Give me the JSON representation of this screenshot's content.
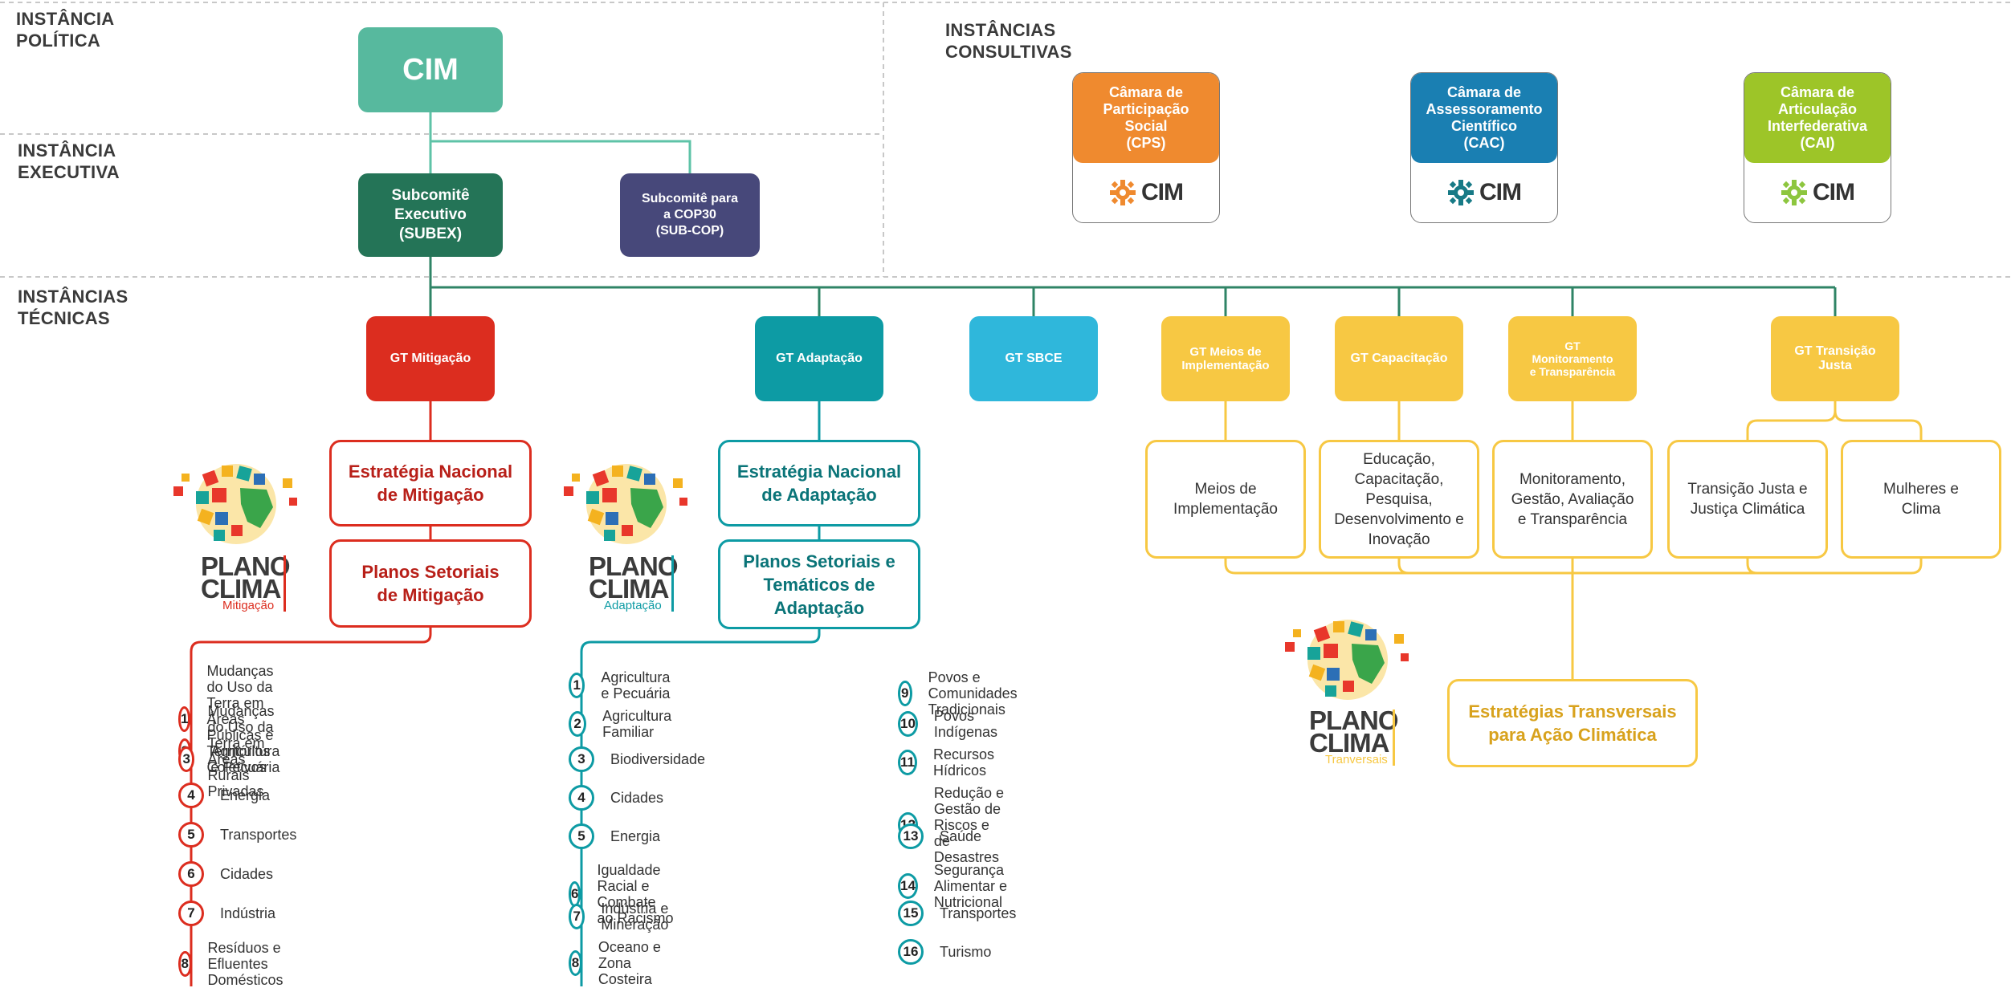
{
  "sections": {
    "politica": "INSTÂNCIA\nPOLÍTICA",
    "executiva": "INSTÂNCIA\nEXECUTIVA",
    "consultivas": "INSTÂNCIAS\nCONSULTIVAS",
    "tecnicas": "INSTÂNCIAS\nTÉCNICAS"
  },
  "cim": "CIM",
  "subex": "Subcomitê\nExecutivo\n(SUBEX)",
  "subcop": "Subcomitê para\na COP30\n(SUB-COP)",
  "camaras": [
    {
      "label": "Câmara de\nParticipação\nSocial\n(CPS)",
      "color": "#ef8a2f",
      "logo_text": "CIM",
      "icon_color": "#ef8a2f"
    },
    {
      "label": "Câmara de\nAssessoramento\nCientífico\n(CAC)",
      "color": "#1a7fb2",
      "logo_text": "CIM",
      "icon_color": "#177a86"
    },
    {
      "label": "Câmara de\nArticulação\nInterfederativa\n(CAI)",
      "color": "#9dc528",
      "logo_text": "CIM",
      "icon_color": "#8dc63f"
    }
  ],
  "gts": {
    "mitigacao": "GT Mitigação",
    "adaptacao": "GT Adaptação",
    "sbce": "GT SBCE",
    "meios": "GT Meios de\nImplementação",
    "capacitacao": "GT Capacitação",
    "monitoramento": "GT\nMonitoramento\ne Transparência",
    "transicao": "GT Transição\nJusta"
  },
  "strategies": {
    "mitigacao_nacional": "Estratégia Nacional\nde Mitigação",
    "mitigacao_setoriais": "Planos Setoriais\nde Mitigação",
    "adaptacao_nacional": "Estratégia Nacional\nde Adaptação",
    "adaptacao_setoriais": "Planos Setoriais e\nTemáticos de\nAdaptação",
    "transversais": "Estratégias Transversais\npara Ação Climática"
  },
  "yellow_boxes": {
    "meios": "Meios de\nImplementação",
    "educacao": "Educação,\nCapacitação,\nPesquisa,\nDesenvolvimento e\nInovação",
    "monitoramento": "Monitoramento,\nGestão, Avaliação\ne Transparência",
    "transicao": "Transição Justa e\nJustiça Climática",
    "mulheres": "Mulheres e\nClima"
  },
  "logos": {
    "plano": "PLANO",
    "clima": "CLIMA",
    "mitigacao": "Mitigação",
    "adaptacao": "Adaptação",
    "transversais": "Tranversais"
  },
  "mitigacao_plans": [
    {
      "n": "1",
      "text": "Mudanças do Uso da Terra em\nÁreas Públicas e Territórios Coletivos"
    },
    {
      "n": "2",
      "text": "Mudanças do Uso da Terra em\nÁreas Rurais Privadas"
    },
    {
      "n": "3",
      "text": "Agricultura e Pecuária"
    },
    {
      "n": "4",
      "text": "Energia"
    },
    {
      "n": "5",
      "text": "Transportes"
    },
    {
      "n": "6",
      "text": "Cidades"
    },
    {
      "n": "7",
      "text": "Indústria"
    },
    {
      "n": "8",
      "text": "Resíduos e Efluentes Domésticos"
    }
  ],
  "adaptacao_plans_a": [
    {
      "n": "1",
      "text": "Agricultura e Pecuária"
    },
    {
      "n": "2",
      "text": "Agricultura Familiar"
    },
    {
      "n": "3",
      "text": "Biodiversidade"
    },
    {
      "n": "4",
      "text": "Cidades"
    },
    {
      "n": "5",
      "text": "Energia"
    },
    {
      "n": "6",
      "text": "Igualdade Racial e Combate ao Racismo"
    },
    {
      "n": "7",
      "text": "Indústria e Mineração"
    },
    {
      "n": "8",
      "text": "Oceano e Zona Costeira"
    }
  ],
  "adaptacao_plans_b": [
    {
      "n": "9",
      "text": "Povos e Comunidades Tradicionais"
    },
    {
      "n": "10",
      "text": "Povos Indígenas"
    },
    {
      "n": "11",
      "text": "Recursos Hídricos"
    },
    {
      "n": "12",
      "text": "Redução e Gestão de Riscos e de Desastres"
    },
    {
      "n": "13",
      "text": "Saúde"
    },
    {
      "n": "14",
      "text": "Segurança Alimentar e Nutricional"
    },
    {
      "n": "15",
      "text": "Transportes"
    },
    {
      "n": "16",
      "text": "Turismo"
    }
  ],
  "colors": {
    "cim": "#57b99e",
    "subex": "#247457",
    "subcop": "#47487a",
    "red": "#dc2d1f",
    "red_text": "#b81f18",
    "teal": "#0d9ba4",
    "teal_text": "#0a7478",
    "sbce": "#2fb7db",
    "yellow": "#f7c843",
    "yellow_text": "#d8a21d",
    "line_green": "#2f8466",
    "line_light": "#5ec3a7"
  }
}
